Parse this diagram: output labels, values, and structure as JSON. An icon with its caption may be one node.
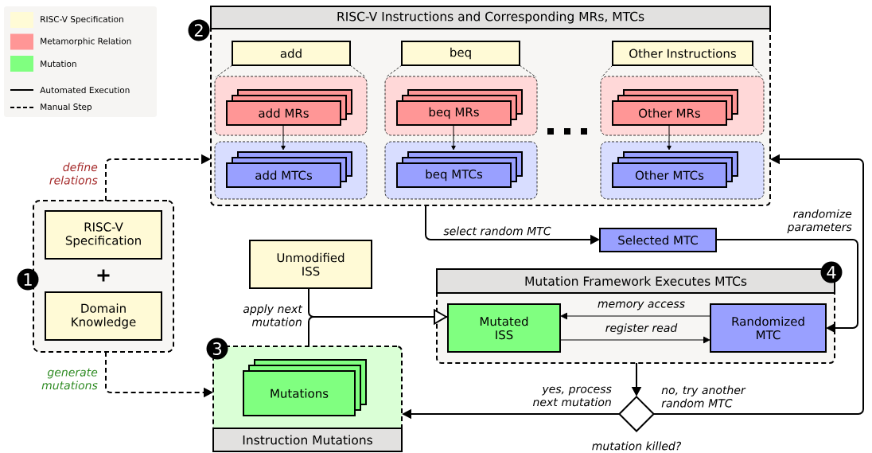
{
  "diagram": {
    "nodes": [
      {
        "text": [
          "RISC-V Instructions and Corresponding MRs, MTCs"
        ]
      },
      {
        "text": [
          "add"
        ],
        "in": 0
      },
      {
        "text": [],
        "shape": "box",
        "in": 0
      },
      {
        "text": [
          "add MRs"
        ],
        "in": 2
      },
      {
        "text": [],
        "shape": "box",
        "in": 0
      },
      {
        "text": [
          "add MTCs"
        ],
        "in": 4
      },
      {
        "text": [
          "beq"
        ],
        "in": 0
      },
      {
        "text": [],
        "shape": "box",
        "in": 0
      },
      {
        "text": [
          "beq MRs"
        ],
        "in": 7
      },
      {
        "text": [],
        "shape": "box",
        "in": 0
      },
      {
        "text": [
          "beq MTCs"
        ],
        "in": 9
      },
      {
        "text": [
          "Other Instructions"
        ],
        "in": 0
      },
      {
        "text": [],
        "shape": "box",
        "in": 0
      },
      {
        "text": [
          "Other MRs"
        ],
        "in": 12
      },
      {
        "text": [],
        "shape": "box",
        "in": 0
      },
      {
        "text": [
          "Other MTCs"
        ],
        "in": 14
      },
      {
        "text": [],
        "shape": "box"
      },
      {
        "text": [
          "RISC-V Specification"
        ],
        "in": 16
      },
      {
        "text": [
          "Domain Knowledge"
        ],
        "in": 16
      },
      {
        "text": [
          "Unmodified ISS"
        ]
      },
      {
        "text": [
          "Selected MTC"
        ]
      },
      {
        "text": [
          "Instruction Mutations"
        ]
      },
      {
        "text": [
          "Mutations"
        ],
        "in": 21
      },
      {
        "text": [
          "Mutation Framework Executes MTCs"
        ]
      },
      {
        "text": [
          "Mutated ISS"
        ],
        "in": 23
      },
      {
        "text": [
          "Randomized MTC"
        ],
        "in": 23
      },
      {
        "text": [],
        "shape": "diamond",
        "beside": [
          "mutation killed?"
        ]
      }
    ],
    "edges": [
      {
        "from": 16,
        "to": 0,
        "arrow": "to",
        "label": "define relations",
        "style": "dashed"
      },
      {
        "from": 16,
        "to": 21,
        "arrow": "to",
        "label": "generate mutations",
        "style": "dashed"
      },
      {
        "from": 3,
        "to": 5,
        "arrow": "to"
      },
      {
        "from": 8,
        "to": 10,
        "arrow": "to"
      },
      {
        "from": 13,
        "to": 15,
        "arrow": "to"
      },
      {
        "from": 1,
        "to": 2,
        "arrow": "none",
        "style": "dashed"
      },
      {
        "from": 1,
        "to": 2,
        "arrow": "none",
        "style": "dashed"
      },
      {
        "from": 6,
        "to": 7,
        "arrow": "none",
        "style": "dashed"
      },
      {
        "from": 6,
        "to": 7,
        "arrow": "none",
        "style": "dashed"
      },
      {
        "from": 11,
        "to": 12,
        "arrow": "none",
        "style": "dashed"
      },
      {
        "from": 11,
        "to": 12,
        "arrow": "none",
        "style": "dashed"
      },
      {
        "from": 0,
        "to": 20,
        "arrow": "to",
        "label": "select random MTC"
      },
      {
        "from": 20,
        "to": 25,
        "arrow": "to",
        "label": "randomize parameters"
      },
      {
        "from": 19,
        "to": 24,
        "arrow": "to"
      },
      {
        "from": 21,
        "to": 24,
        "arrow": "to",
        "label": "apply next mutation"
      },
      {
        "from": 25,
        "to": 24,
        "arrow": "to",
        "label": "memory access"
      },
      {
        "from": 24,
        "to": 25,
        "arrow": "to",
        "label": "register read"
      },
      {
        "from": 23,
        "to": 26,
        "arrow": "to"
      },
      {
        "from": 26,
        "to": 21,
        "arrow": "to",
        "label": "yes, process next mutation"
      },
      {
        "from": 26,
        "to": 0,
        "arrow": "to",
        "label": "no, try another random MTC"
      }
    ],
    "labels": [
      "1",
      "2",
      "3",
      "4",
      "+"
    ],
    "legend": [
      {
        "text": "RISC-V Specification",
        "color": "#fffbd6"
      },
      {
        "text": "Metamorphic Relation",
        "color": "#ff9696"
      },
      {
        "text": "Mutation",
        "color": "#80ff80"
      },
      {
        "text": "Automated Execution"
      },
      {
        "text": "Manual Step"
      }
    ]
  }
}
